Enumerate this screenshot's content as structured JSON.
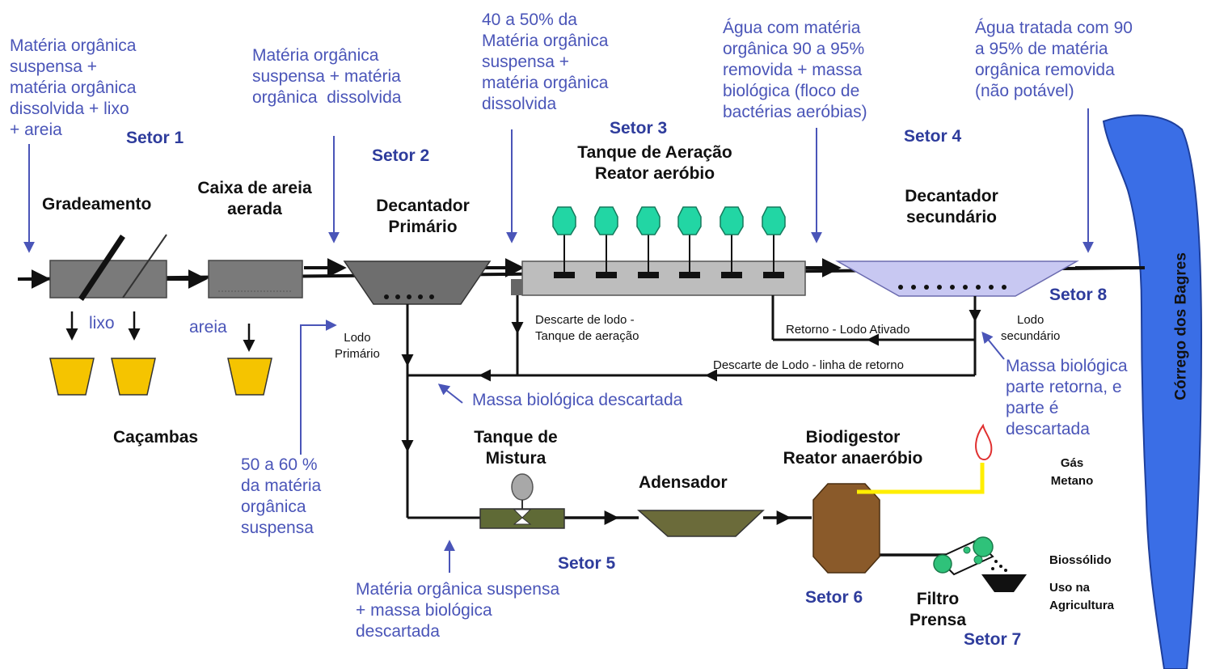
{
  "colors": {
    "annotation": "#4a55b8",
    "sector": "#2e3c9c",
    "river": "#3a6ee6",
    "bucket": "#f5c400",
    "aerator": "#22d6a4",
    "digester": "#8a5a2a",
    "thickener": "#6b6b3a",
    "gas_line": "#ffee00"
  },
  "annotations": {
    "a1": "Matéria orgânica\nsuspensa +\nmatéria orgânica\ndissolvida + lixo\n+ areia",
    "a2": "Matéria orgânica\nsuspensa + matéria\norgânica  dissolvida",
    "a3": "40 a 50% da\nMatéria orgânica\nsuspensa +\nmatéria orgânica\ndissolvida",
    "a4": "Água com matéria\norgânica 90 a 95%\nremovida + massa\nbiológica (floco de\nbactérias aeróbias)",
    "a5": "Água tratada com 90\na 95% de matéria\norgânica removida\n(não potável)",
    "a6": "50 a 60 %\nda matéria\norgânica\nsuspensa",
    "a7": "Massa biológica descartada",
    "a8": "Matéria orgânica suspensa\n+ massa biológica\ndescartada",
    "a9": "Massa biológica\nparte retorna, e\nparte é\ndescartada"
  },
  "sectors": {
    "s1": "Setor 1",
    "s2": "Setor 2",
    "s3": "Setor 3",
    "s4": "Setor 4",
    "s5": "Setor 5",
    "s6": "Setor 6",
    "s7": "Setor 7",
    "s8": "Setor 8"
  },
  "units": {
    "grade": "Gradeamento",
    "caixa": "Caixa de areia\naerada",
    "dec1": "Decantador\nPrimário",
    "tanque": "Tanque de Aeração\nReator aeróbio",
    "dec2": "Decantador\nsecundário",
    "mistura": "Tanque de\nMistura",
    "adensador": "Adensador",
    "biodig": "Biodigestor\nReator anaeróbio",
    "filtro": "Filtro\nPrensa",
    "cacambas": "Caçambas"
  },
  "labels": {
    "lixo": "lixo",
    "areia": "areia",
    "lodo_primario": "Lodo\nPrimário",
    "descarte_tanque": "Descarte de lodo -\nTanque de aeração",
    "retorno": "Retorno - Lodo Ativado",
    "descarte_retorno": "Descarte de Lodo - linha de retorno",
    "lodo_secundario": "Lodo\nsecundário",
    "gas": "Gás\nMetano",
    "biossolido": "Biossólido",
    "uso": "Uso na\nAgricultura",
    "corrego": "Córrego dos Bagres"
  }
}
